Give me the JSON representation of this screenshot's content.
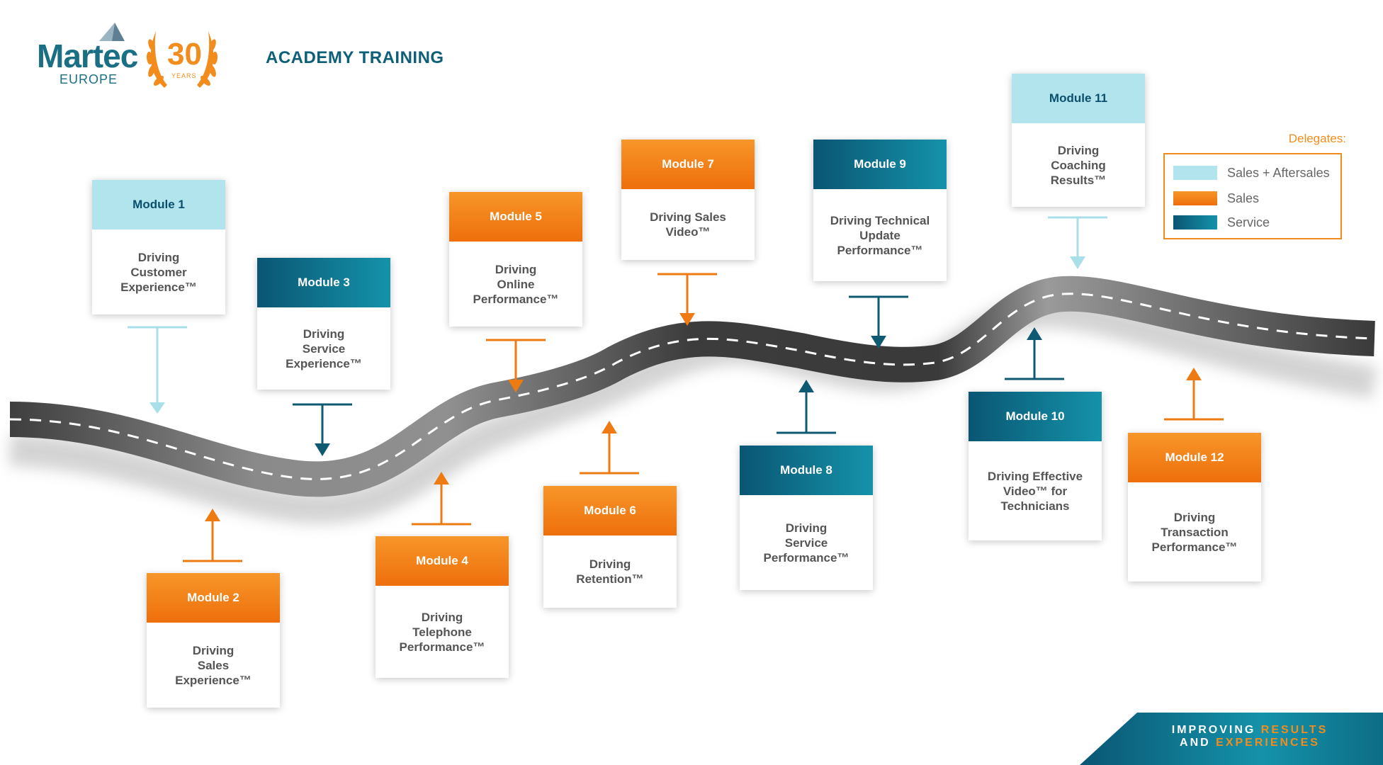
{
  "header": {
    "brand": "Martec",
    "brand_sub": "EUROPE",
    "anniversary_number": "30",
    "anniversary_label": "YEARS",
    "title": "ACADEMY TRAINING"
  },
  "legend": {
    "title": "Delegates:",
    "items": [
      {
        "label": "Sales + Aftersales",
        "color": "#b1e4ec"
      },
      {
        "label": "Sales",
        "color": "#f28c1c"
      },
      {
        "label": "Service",
        "color": "#0f6f8c"
      }
    ]
  },
  "modules": [
    {
      "header": "Module 1",
      "lines": [
        "Driving",
        "Customer",
        "Experience™"
      ],
      "audience": "Sales + Aftersales"
    },
    {
      "header": "Module 2",
      "lines": [
        "Driving",
        "Sales",
        "Experience™"
      ],
      "audience": "Sales"
    },
    {
      "header": "Module 3",
      "lines": [
        "Driving",
        "Service",
        "Experience™"
      ],
      "audience": "Service"
    },
    {
      "header": "Module 4",
      "lines": [
        "Driving",
        "Telephone",
        "Performance™"
      ],
      "audience": "Sales"
    },
    {
      "header": "Module 5",
      "lines": [
        "Driving",
        "Online",
        "Performance™"
      ],
      "audience": "Sales"
    },
    {
      "header": "Module 6",
      "lines": [
        "Driving",
        "Retention™"
      ],
      "audience": "Sales"
    },
    {
      "header": "Module 7",
      "lines": [
        "Driving Sales",
        "Video™"
      ],
      "audience": "Sales"
    },
    {
      "header": "Module 8",
      "lines": [
        "Driving",
        "Service",
        "Performance™"
      ],
      "audience": "Service"
    },
    {
      "header": "Module 9",
      "lines": [
        "Driving Technical",
        "Update",
        "Performance™"
      ],
      "audience": "Service"
    },
    {
      "header": "Module 10",
      "lines": [
        "Driving Effective",
        "Video™ for",
        "Technicians"
      ],
      "audience": "Service"
    },
    {
      "header": "Module 11",
      "lines": [
        "Driving",
        "Coaching",
        "Results™"
      ],
      "audience": "Sales + Aftersales"
    },
    {
      "header": "Module 12",
      "lines": [
        "Driving",
        "Transaction",
        "Performance™"
      ],
      "audience": "Sales"
    }
  ],
  "banner": {
    "line1_a": "IMPROVING ",
    "line1_b": "RESULTS",
    "line2_a": "AND ",
    "line2_b": "EXPERIENCES"
  },
  "icons": [
    "laurel-wreath-icon",
    "martec-triangle-icon"
  ]
}
